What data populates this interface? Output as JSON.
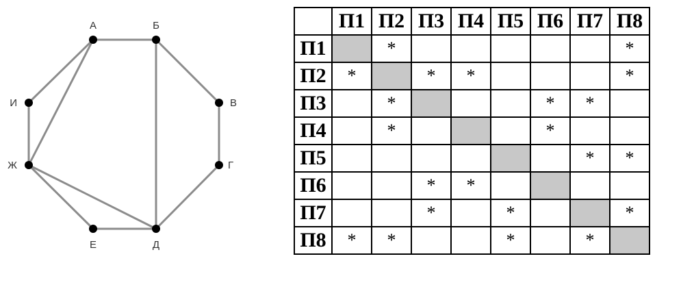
{
  "graph": {
    "nodes": [
      {
        "id": "A",
        "label": "А"
      },
      {
        "id": "B",
        "label": "Б"
      },
      {
        "id": "V",
        "label": "В"
      },
      {
        "id": "G",
        "label": "Г"
      },
      {
        "id": "D",
        "label": "Д"
      },
      {
        "id": "E",
        "label": "Е"
      },
      {
        "id": "Zh",
        "label": "Ж"
      },
      {
        "id": "I",
        "label": "И"
      }
    ],
    "edges": [
      [
        "A",
        "B"
      ],
      [
        "B",
        "V"
      ],
      [
        "V",
        "G"
      ],
      [
        "G",
        "D"
      ],
      [
        "B",
        "D"
      ],
      [
        "D",
        "E"
      ],
      [
        "E",
        "Zh"
      ],
      [
        "Zh",
        "D"
      ],
      [
        "Zh",
        "I"
      ],
      [
        "I",
        "A"
      ],
      [
        "A",
        "Zh"
      ]
    ],
    "edge_color": "#8c8c8c",
    "node_color": "#000000"
  },
  "table": {
    "headers": [
      "П1",
      "П2",
      "П3",
      "П4",
      "П5",
      "П6",
      "П7",
      "П8"
    ],
    "mark": "*",
    "rows": [
      [
        "",
        "*",
        "",
        "",
        "",
        "",
        "",
        "*"
      ],
      [
        "*",
        "",
        "*",
        "*",
        "",
        "",
        "",
        "*"
      ],
      [
        "",
        "*",
        "",
        "",
        "",
        "*",
        "*",
        ""
      ],
      [
        "",
        "*",
        "",
        "",
        "",
        "*",
        "",
        ""
      ],
      [
        "",
        "",
        "",
        "",
        "",
        "",
        "*",
        "*"
      ],
      [
        "",
        "",
        "*",
        "*",
        "",
        "",
        "",
        ""
      ],
      [
        "",
        "",
        "*",
        "",
        "*",
        "",
        "",
        "*"
      ],
      [
        "*",
        "*",
        "",
        "",
        "*",
        "",
        "*",
        ""
      ]
    ],
    "diagonal_color": "#c8c8c8"
  }
}
